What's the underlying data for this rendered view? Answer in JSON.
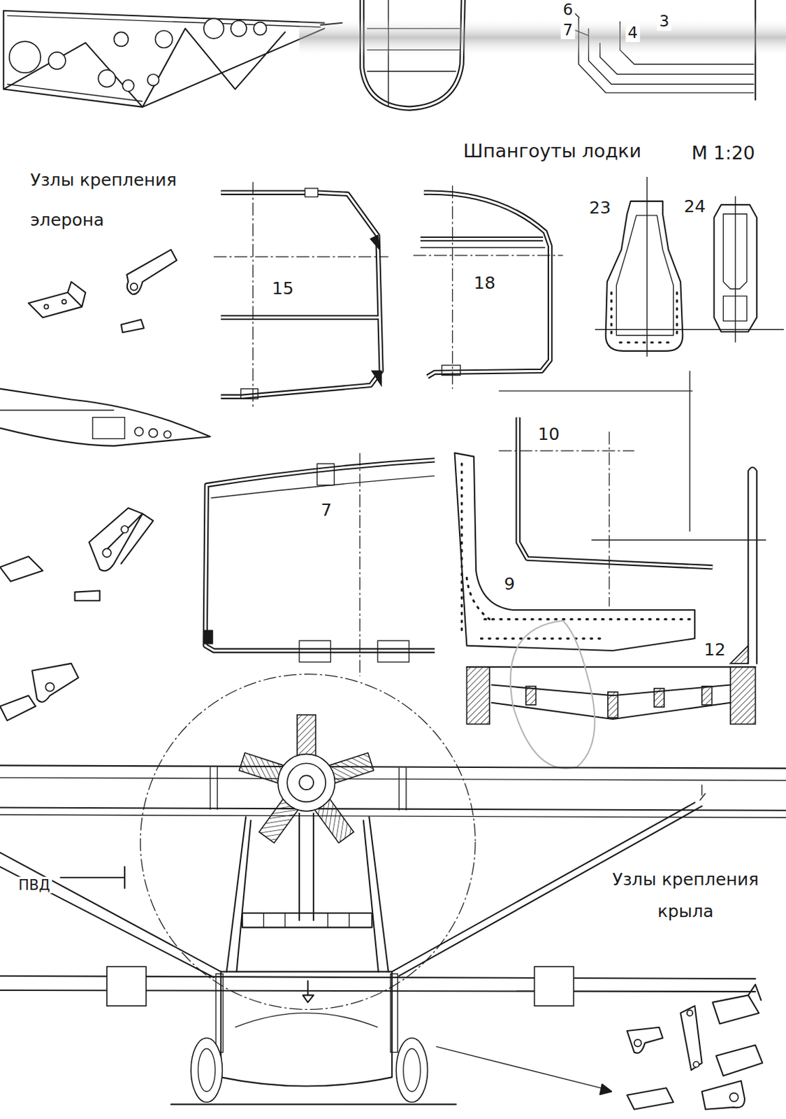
{
  "diagram": {
    "labels": [
      "6",
      "7",
      "4",
      "3",
      "Шпангоуты лодки",
      "М 1:20",
      "Узлы крепления элерона",
      "15",
      "18",
      "23",
      "24",
      "10",
      "7",
      "9",
      "12",
      "ПВД",
      "Узлы крепления крыла"
    ]
  }
}
